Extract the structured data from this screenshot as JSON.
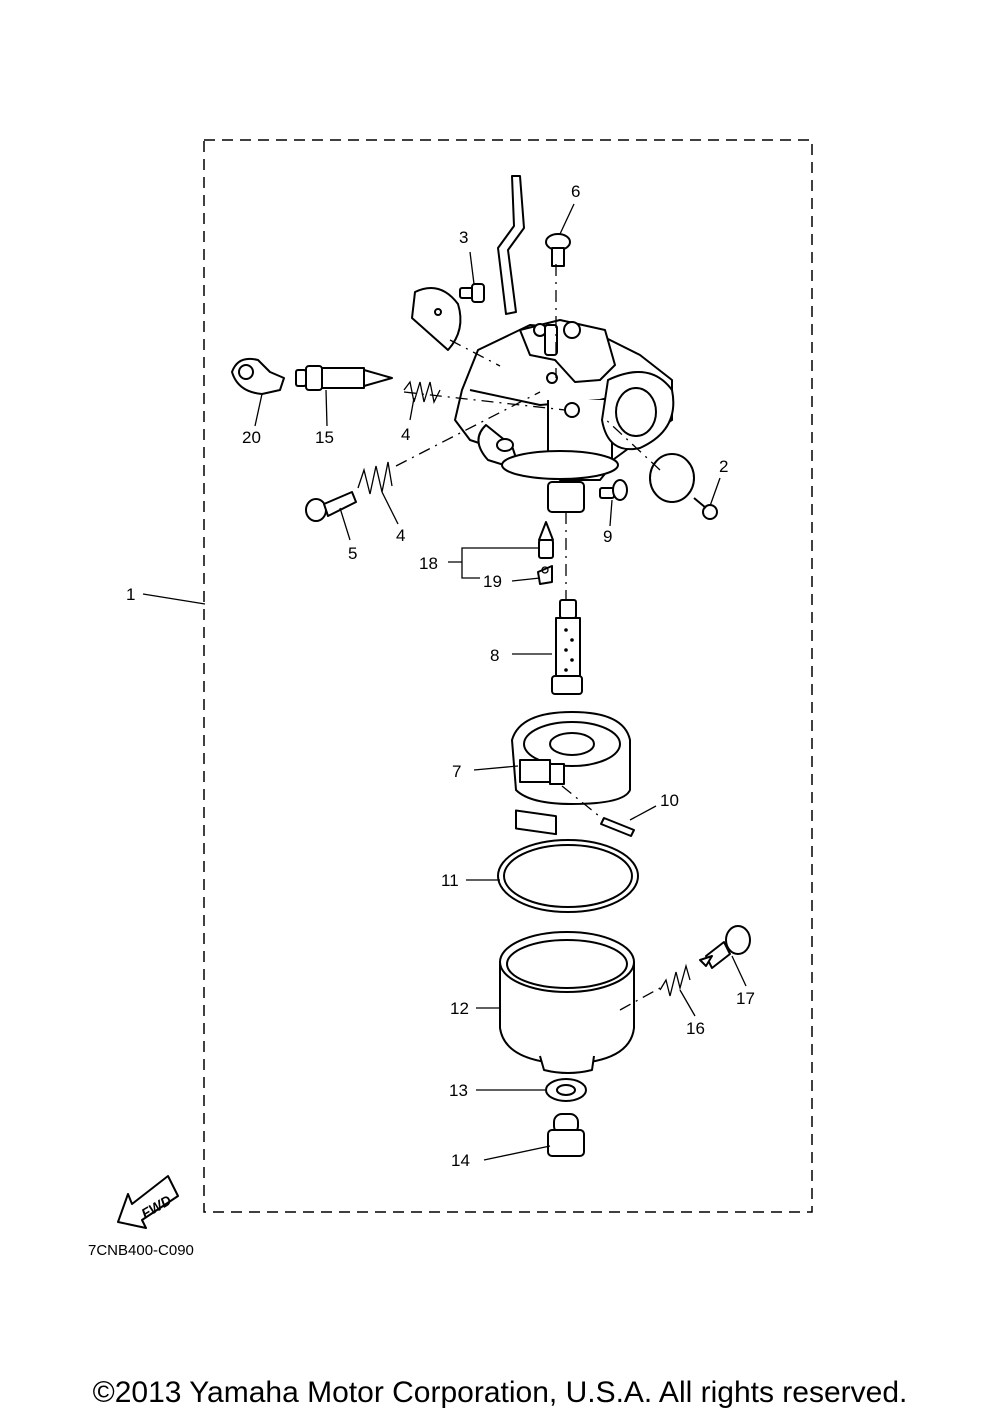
{
  "diagram": {
    "part_labels": {
      "p1": "1",
      "p2": "2",
      "p3": "3",
      "p4a": "4",
      "p4b": "4",
      "p5": "5",
      "p6": "6",
      "p7": "7",
      "p8": "8",
      "p9": "9",
      "p10": "10",
      "p11": "11",
      "p12": "12",
      "p13": "13",
      "p14": "14",
      "p15": "15",
      "p16": "16",
      "p17": "17",
      "p18": "18",
      "p19": "19",
      "p20": "20"
    },
    "fwd_label": "FWD",
    "diagram_code": "7CNB400-C090"
  },
  "footer": {
    "copyright": "©2013 Yamaha Motor Corporation, U.S.A. All rights reserved."
  }
}
